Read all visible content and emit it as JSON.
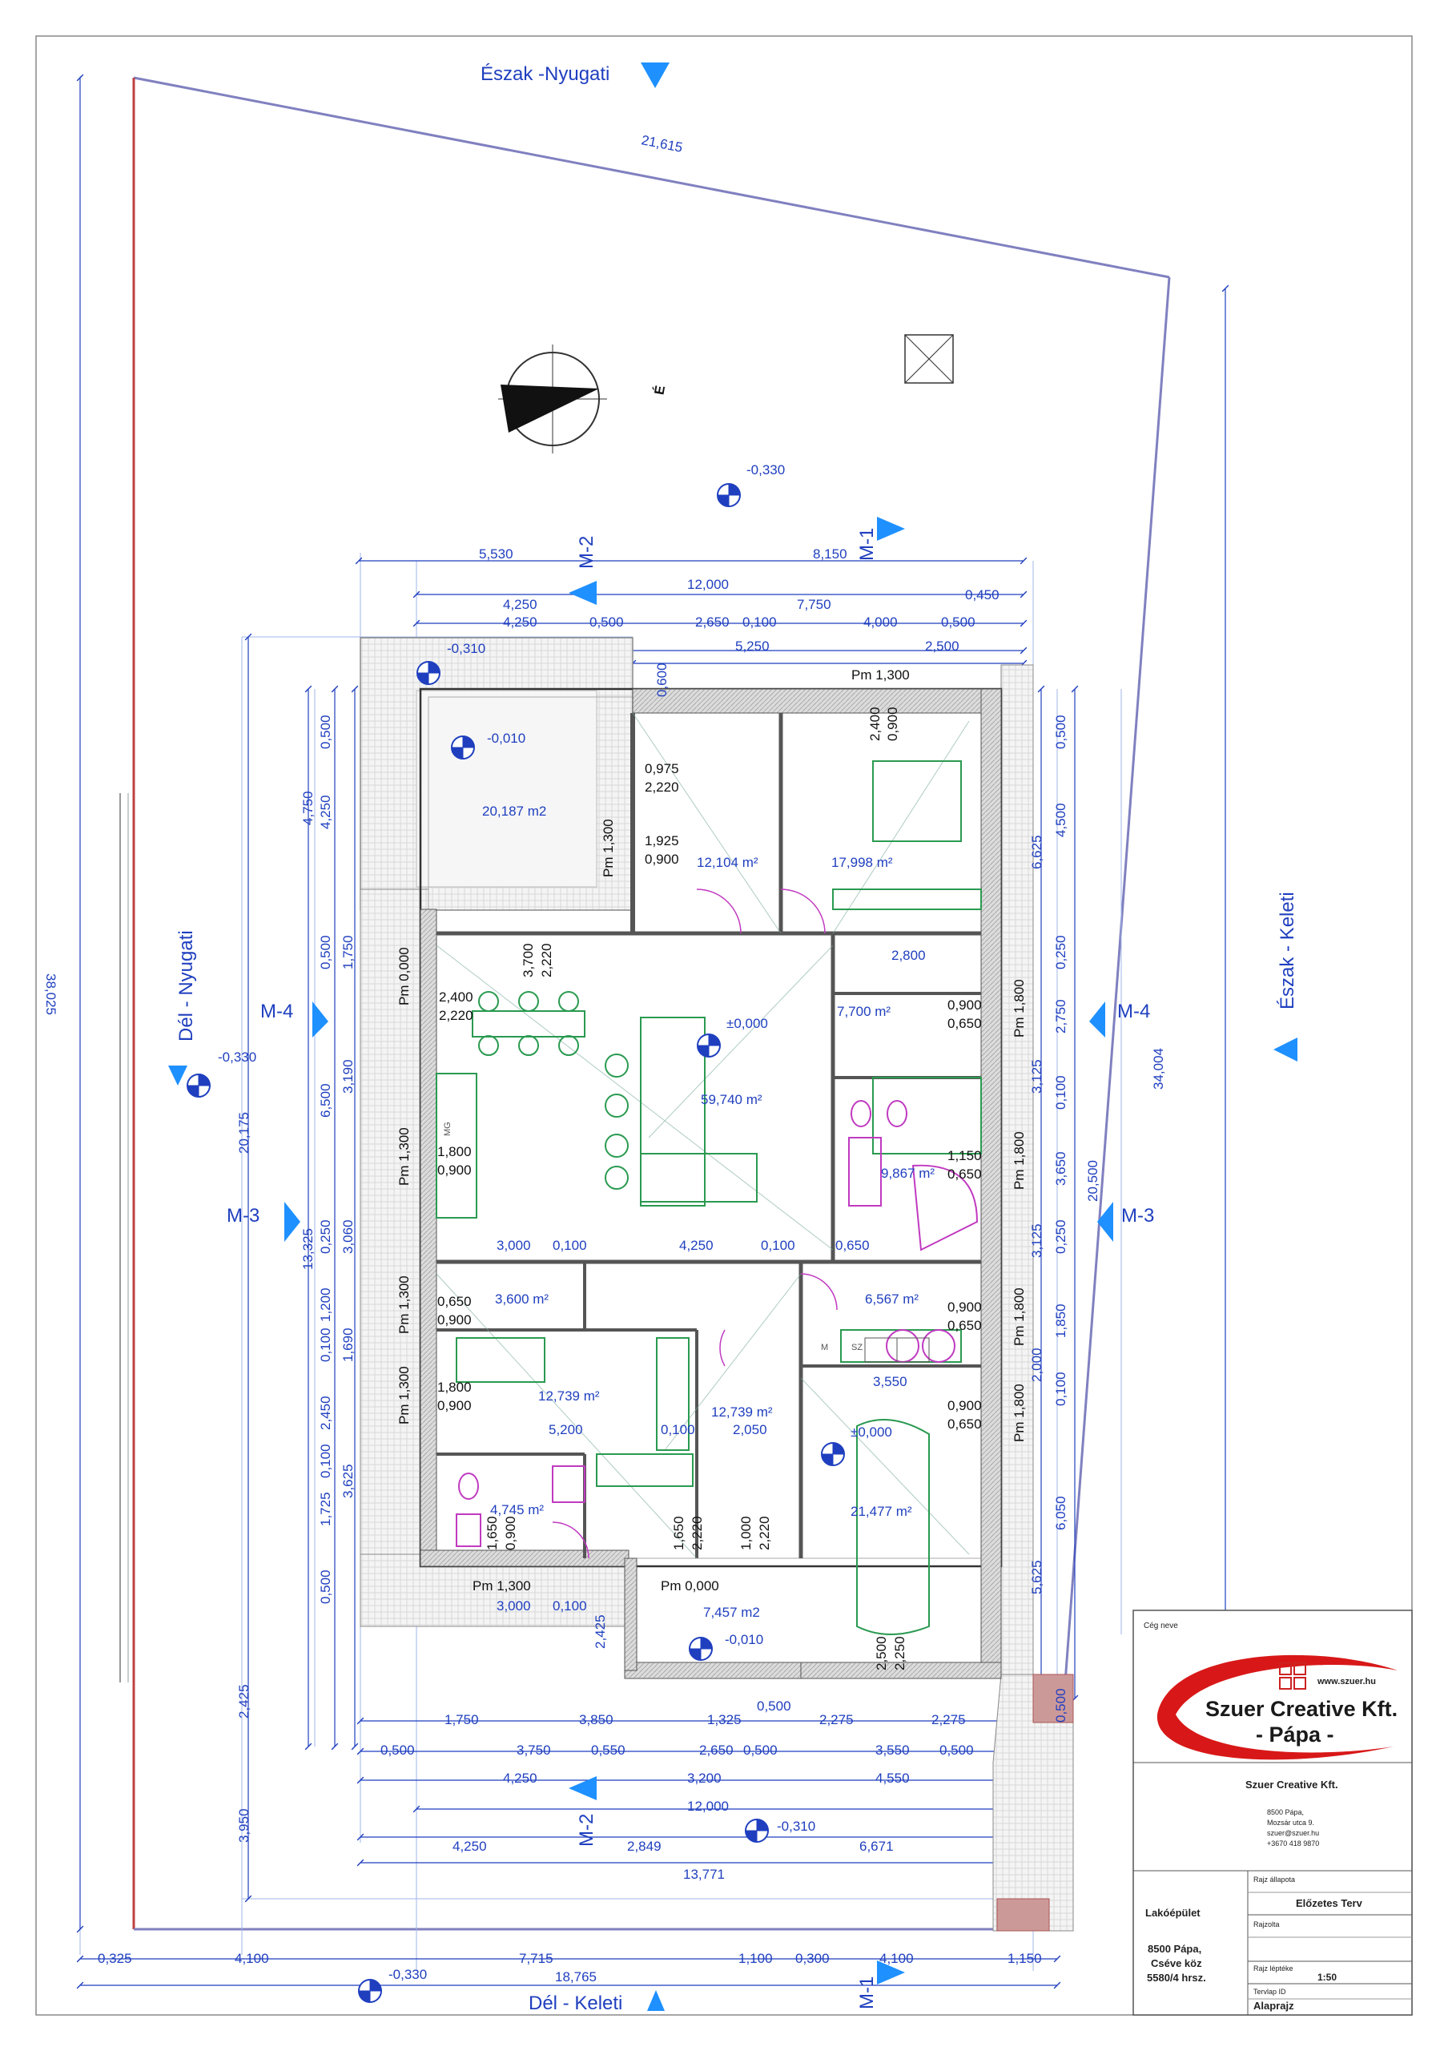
{
  "directions": {
    "top": "Észak -Nyugati",
    "bottom": "Dél - Keleti",
    "left": "Dél - Nyugati",
    "right": "Észak - Keleti",
    "north_letter": "É"
  },
  "plot_dims": {
    "top_edge": "21,615",
    "left_edge": "38,025",
    "right_edge": "34,004",
    "right_inner": "20,500",
    "left_inner": "20,175",
    "left_13": "13,325",
    "left_4750": "4,750"
  },
  "sections": {
    "m1": "M-1",
    "m2": "M-2",
    "m3": "M-3",
    "m4": "M-4"
  },
  "levels": {
    "site": "-0,330",
    "terrace": "-0,310",
    "covered_terrace": "-0,010",
    "floor": "±0,000",
    "garage": "±0,000",
    "entry": "-0,010",
    "south": "-0,310",
    "left_site": "-0,330",
    "bottom_site": "-0,330"
  },
  "top_dims": {
    "r1": [
      "5,530",
      "8,150"
    ],
    "r2": [
      "12,000"
    ],
    "r3": [
      "4,250",
      "7,750",
      "0,450"
    ],
    "r4": [
      "4,250",
      "0,500",
      "2,650",
      "0,100",
      "4,000",
      "0,500"
    ],
    "r5": [
      "5,250",
      "2,500"
    ]
  },
  "bottom_dims": {
    "r1": [
      "1,750",
      "3,850",
      "1,325",
      "0,500",
      "2,275",
      "2,275"
    ],
    "r2": [
      "0,500",
      "3,750",
      "0,550",
      "2,650",
      "0,500",
      "3,550",
      "0,500"
    ],
    "r3": [
      "4,250",
      "3,200",
      "4,550"
    ],
    "r4": [
      "12,000"
    ],
    "r5": [
      "4,250",
      "2,849",
      "6,671"
    ],
    "r6": [
      "13,771"
    ],
    "r7": [
      "0,325",
      "4,100",
      "7,715",
      "1,100",
      "0,300",
      "4,100",
      "1,150"
    ],
    "r8": [
      "18,765"
    ]
  },
  "left_dims": [
    "0,500",
    "4,250",
    "0,500",
    "1,750",
    "6,500",
    "3,190",
    "3,060",
    "0,250",
    "1,200",
    "0,100",
    "1,690",
    "2,450",
    "0,100",
    "1,725",
    "3,625",
    "0,500",
    "2,425",
    "3,950"
  ],
  "right_dims": [
    "0,500",
    "4,500",
    "6,625",
    "0,250",
    "2,750",
    "3,125",
    "0,100",
    "3,650",
    "3,125",
    "0,250",
    "1,850",
    "2,000",
    "0,100",
    "6,050",
    "5,625",
    "0,500"
  ],
  "rooms": [
    {
      "area": "20,187 m2"
    },
    {
      "area": "12,104 m²"
    },
    {
      "area": "17,998 m²"
    },
    {
      "area": "59,740 m²"
    },
    {
      "area": "7,700 m²"
    },
    {
      "area": "9,867 m²"
    },
    {
      "area": "3,600 m²"
    },
    {
      "area": "6,567 m²"
    },
    {
      "area": "12,739 m²"
    },
    {
      "area": "12,739 m²"
    },
    {
      "area": "4,745 m²"
    },
    {
      "area": "21,477 m²"
    },
    {
      "area": "7,457 m2"
    }
  ],
  "interior_dims": {
    "d2800": "2,800",
    "d3550": "3,550",
    "d5200": "5,200",
    "d2050": "2,050",
    "d0100a": "0,100",
    "d3000a": "3,000",
    "d0100b": "0,100",
    "d4250": "4,250",
    "d0100c": "0,100",
    "d0650": "0,650",
    "d3000b": "3,000",
    "d0100d": "0,100",
    "d0600": "0,600",
    "d2425": "2,425"
  },
  "windows": [
    {
      "w": "0,975",
      "h": "2,220"
    },
    {
      "w": "1,925",
      "h": "0,900"
    },
    {
      "w": "2,400",
      "h": "0,900"
    },
    {
      "w": "2,400",
      "h": "2,220"
    },
    {
      "w": "3,700",
      "h": "2,220"
    },
    {
      "w": "0,900",
      "h": "0,650"
    },
    {
      "w": "1,800",
      "h": "0,900"
    },
    {
      "w": "1,150",
      "h": "0,650"
    },
    {
      "w": "0,650",
      "h": "0,900"
    },
    {
      "w": "0,900",
      "h": "0,650"
    },
    {
      "w": "1,800",
      "h": "0,900"
    },
    {
      "w": "0,900",
      "h": "0,650"
    },
    {
      "w": "1,650",
      "h": "0,900"
    },
    {
      "w": "1,650",
      "h": "2,220"
    },
    {
      "w": "1,000",
      "h": "2,220"
    },
    {
      "w": "2,500",
      "h": "2,250"
    }
  ],
  "parapets": {
    "top": "Pm 1,300",
    "terrace_side": "Pm 1,300",
    "left1": "Pm 0,000",
    "left2": "Pm 1,300",
    "left3": "Pm 1,300",
    "left4": "Pm 1,300",
    "bottom1": "Pm 1,300",
    "bottom2": "Pm 0,000",
    "right1": "Pm 1,800",
    "right2": "Pm 1,800",
    "right3": "Pm 1,800",
    "right4": "Pm 1,800"
  },
  "appliances": {
    "mg": "MG",
    "m": "M",
    "sz": "SZ"
  },
  "title_block": {
    "company_label": "Cég neve",
    "logo_url": "www.szuer.hu",
    "logo_line1": "Szuer Creative Kft.",
    "logo_line2": "- Pápa -",
    "company_name": "Szuer Creative Kft.",
    "address": [
      "8500 Pápa,",
      "Mozsár utca 9.",
      "szuer@szuer.hu",
      "+3670 418 9870"
    ],
    "building": "Lakóépület",
    "location": [
      "8500 Pápa,",
      "Cséve köz",
      "5580/4 hrsz."
    ],
    "state_label": "Rajz állapota",
    "state_value": "Előzetes Terv",
    "drawn_label": "Rajzolta",
    "drawn_value": "",
    "scale_label": "Rajz léptéke",
    "scale_value": "1:50",
    "plan_label": "Tervlap ID",
    "plan_value": "Alaprajz"
  }
}
